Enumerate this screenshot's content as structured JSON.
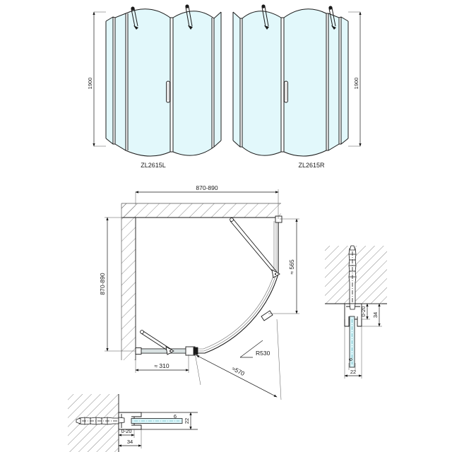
{
  "drawing": {
    "title": "Quadrant shower enclosure technical drawing",
    "units": "mm",
    "colors": {
      "glass": "#e2f8fb",
      "line": "#1a1a1a",
      "thin_line": "#555555",
      "hatch": "#555555"
    }
  },
  "elevations": [
    {
      "id": "left",
      "label": "ZL2615L",
      "height_dimension": "1900"
    },
    {
      "id": "right",
      "label": "ZL2615R",
      "height_dimension": "1900"
    }
  ],
  "plan": {
    "top_dimension": "870-890",
    "left_dimension": "870-890",
    "right_dimension": "≈ 565",
    "bottom_dimension": "≈ 310",
    "radius_label": "R530",
    "arc_length_label": "≈570"
  },
  "detail_right": {
    "name": "wall-profile-section-vertical",
    "dim_adjust": "0-20",
    "dim_profile": "34",
    "dim_glass": "6",
    "dim_depth": "22"
  },
  "detail_bottom": {
    "name": "wall-profile-section-horizontal",
    "dim_adjust": "0-20",
    "dim_profile": "34",
    "dim_glass": "6",
    "dim_depth": "22"
  }
}
